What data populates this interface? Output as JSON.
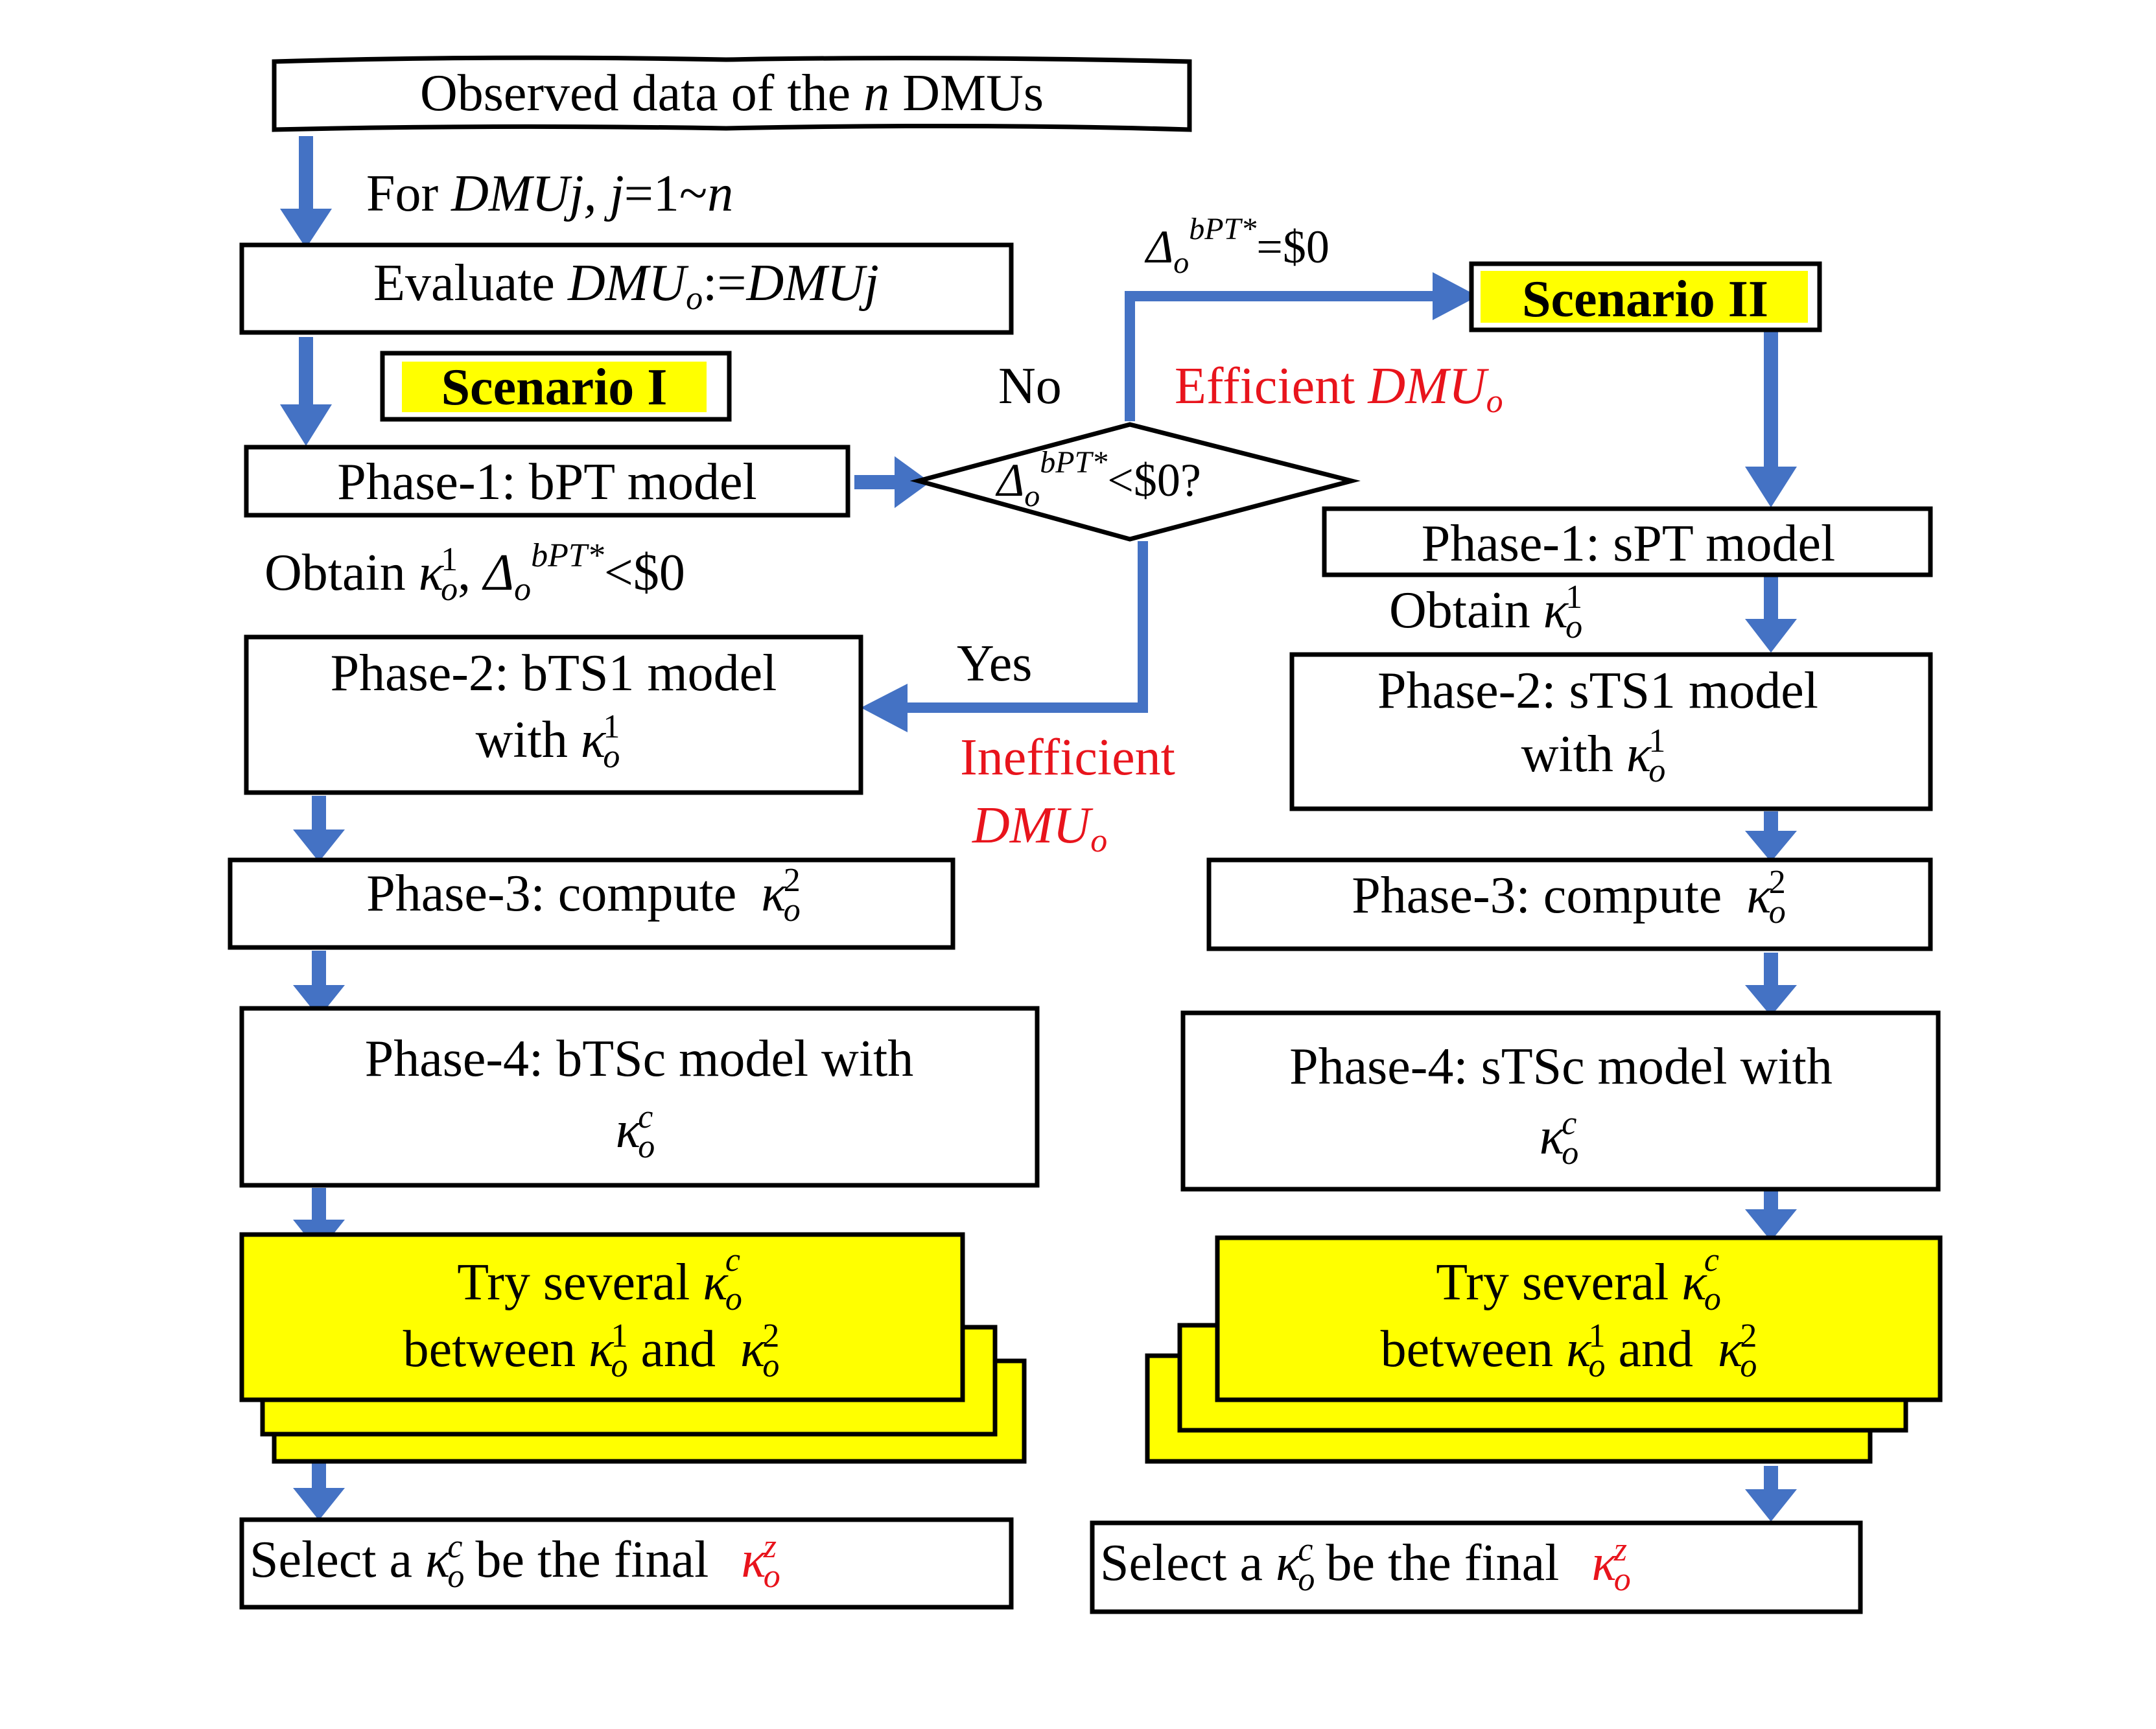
{
  "colors": {
    "arrow": "#4472c4",
    "highlight": "#ffff00",
    "accent_red": "#e8141c"
  },
  "top": {
    "observed": {
      "pre": "Observed data of the ",
      "var": "n",
      "post": " DMUs"
    },
    "for_label": {
      "pre": "For ",
      "var": "DMUj, j",
      "post": "=1~",
      "var2": "n"
    },
    "evaluate": {
      "pre": "Evaluate ",
      "var": "DMU",
      "sub": "o",
      "mid": ":=",
      "var2": "DMUj"
    }
  },
  "decision": {
    "delta": "Δ",
    "sub": "o",
    "sup": "bPT*",
    "cond": "<$0?",
    "no_label": "No",
    "yes_label": "Yes",
    "no_value": "=$0",
    "efficient": {
      "word": "Efficient ",
      "var": "DMU",
      "sub": "o"
    },
    "inefficient": {
      "word": "Inefficient",
      "var": "DMU",
      "sub": "o"
    }
  },
  "scenario1": {
    "title": "Scenario I",
    "phase1": "Phase-1: bPT model",
    "obtain": {
      "pre": "Obtain ",
      "kappa": "κ",
      "sub": "o",
      "sup": "1",
      "sep": ", ",
      "delta": "Δ",
      "dsub": "o",
      "dsup": "bPT*",
      "post": "<$0"
    },
    "phase2_line1": "Phase-2: bTS1 model",
    "phase2_line2": {
      "pre": "with ",
      "kappa": "κ",
      "sub": "o",
      "sup": "1"
    },
    "phase3": {
      "pre": "Phase-3: compute ",
      "kappa": "κ",
      "sub": "o",
      "sup": "2"
    },
    "phase4_line1": "Phase-4: bTSc  model with",
    "phase4_line2": {
      "kappa": "κ",
      "sub": "o",
      "sup": "c"
    },
    "try_line1": {
      "pre": "Try several ",
      "kappa": "κ",
      "sub": "o",
      "sup": "c"
    },
    "try_line2": {
      "pre": "between ",
      "kappa": "κ",
      "sub": "o",
      "sup": "1",
      "mid": " and ",
      "kappa2": "κ",
      "sub2": "o",
      "sup2": "2"
    },
    "select": {
      "pre": "Select a ",
      "kappa": "κ",
      "sub": "o",
      "sup": "c",
      "mid": " be the final ",
      "kappa2": "κ",
      "sub2": "o",
      "sup2": "z"
    }
  },
  "scenario2": {
    "title": "Scenario II",
    "phase1": "Phase-1: sPT model",
    "obtain": {
      "pre": "Obtain ",
      "kappa": "κ",
      "sub": "o",
      "sup": "1"
    },
    "phase2_line1": "Phase-2: sTS1 model",
    "phase2_line2": {
      "pre": "with ",
      "kappa": "κ",
      "sub": "o",
      "sup": "1"
    },
    "phase3": {
      "pre": "Phase-3: compute ",
      "kappa": "κ",
      "sub": "o",
      "sup": "2"
    },
    "phase4_line1": "Phase-4: sTSc model with",
    "phase4_line2": {
      "kappa": "κ",
      "sub": "o",
      "sup": "c"
    },
    "try_line1": {
      "pre": "Try several ",
      "kappa": "κ",
      "sub": "o",
      "sup": "c"
    },
    "try_line2": {
      "pre": "between ",
      "kappa": "κ",
      "sub": "o",
      "sup": "1",
      "mid": " and ",
      "kappa2": "κ",
      "sub2": "o",
      "sup2": "2"
    },
    "select": {
      "pre": "Select a ",
      "kappa": "κ",
      "sub": "o",
      "sup": "c",
      "mid": " be the final ",
      "kappa2": "κ",
      "sub2": "o",
      "sup2": "z"
    }
  }
}
